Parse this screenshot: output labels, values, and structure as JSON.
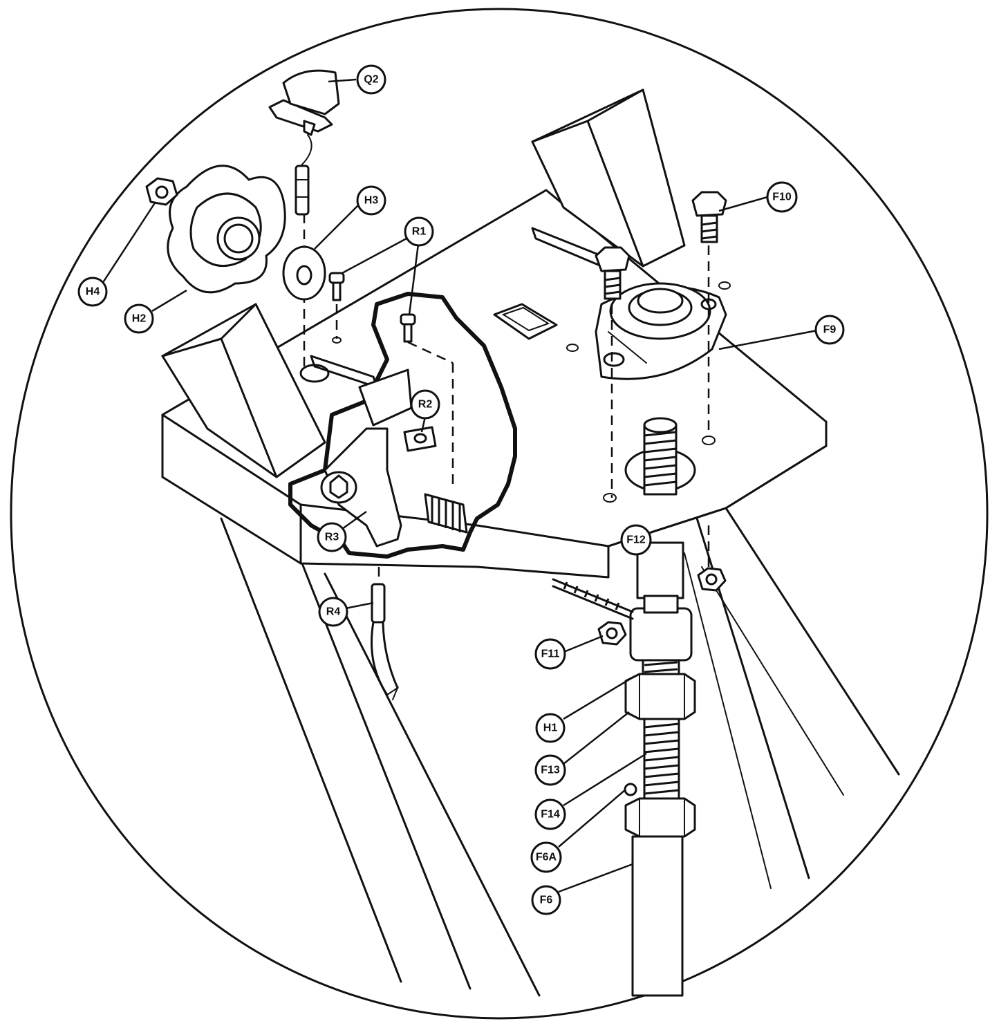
{
  "colors": {
    "ink": "#111111",
    "paper": "#ffffff"
  },
  "callouts": {
    "q2": "Q2",
    "h3": "H3",
    "r1": "R1",
    "h4": "H4",
    "h2": "H2",
    "f10": "F10",
    "f9": "F9",
    "r2": "R2",
    "r3": "R3",
    "r4": "R4",
    "f12": "F12",
    "f11": "F11",
    "h1": "H1",
    "f13": "F13",
    "f14": "F14",
    "f6a": "F6A",
    "f6": "F6"
  }
}
